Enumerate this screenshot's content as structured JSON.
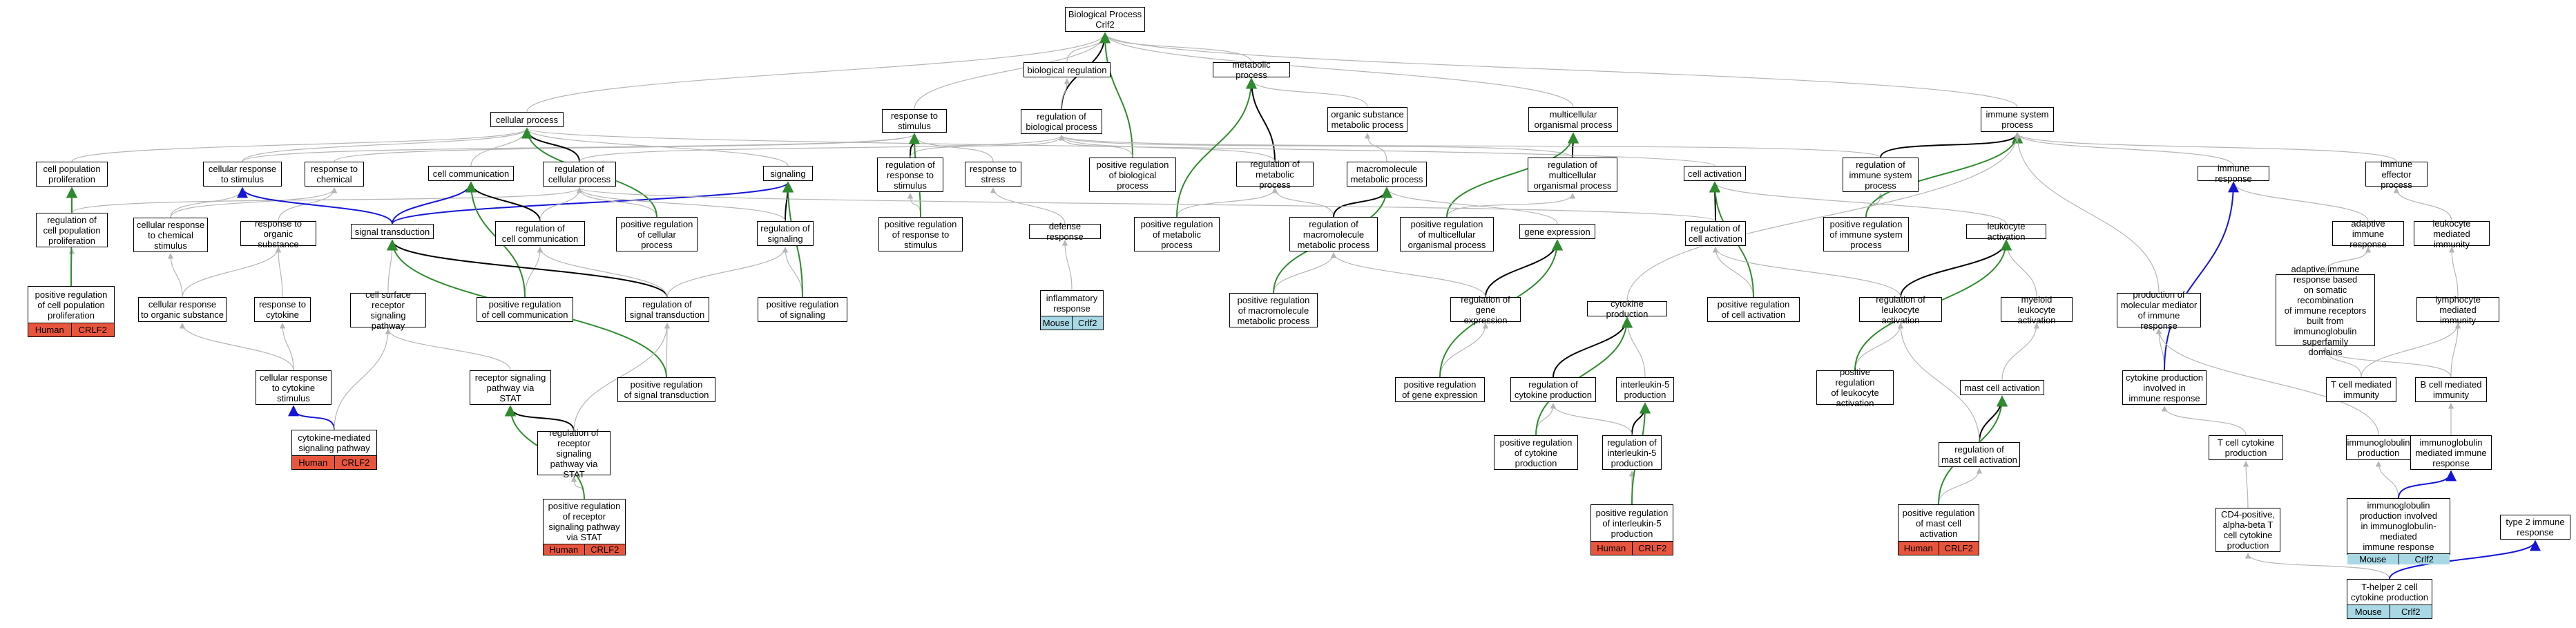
{
  "colors": {
    "gray": "#b5b5b5",
    "black": "#000000",
    "green": "#2e8b2e",
    "blue": "#1515d6",
    "human": "#e8553d",
    "mouse": "#a9d8e5"
  },
  "nodes": {
    "bp": {
      "label": "Biological Process\nCrlf2"
    },
    "breg": {
      "label": "biological regulation"
    },
    "met": {
      "label": "metabolic process"
    },
    "osm": {
      "label": "organic substance\nmetabolic process"
    },
    "mop": {
      "label": "multicellular\norganismal process"
    },
    "isp": {
      "label": "immune system\nprocess"
    },
    "cp": {
      "label": "cellular process"
    },
    "rts": {
      "label": "response to\nstimulus"
    },
    "rbp": {
      "label": "regulation of\nbiological process"
    },
    "cpp": {
      "label": "cell population\nproliferation"
    },
    "crs": {
      "label": "cellular response\nto stimulus"
    },
    "rtc": {
      "label": "response to\nchemical"
    },
    "cc": {
      "label": "cell communication"
    },
    "rcp": {
      "label": "regulation of\ncellular process"
    },
    "sig": {
      "label": "signaling"
    },
    "rrs": {
      "label": "regulation of\nresponse to\nstimulus"
    },
    "rstress": {
      "label": "response to\nstress"
    },
    "prbp": {
      "label": "positive regulation\nof biological\nprocess"
    },
    "rmp": {
      "label": "regulation of\nmetabolic process"
    },
    "mmp": {
      "label": "macromolecule\nmetabolic process"
    },
    "rmop": {
      "label": "regulation of\nmulticellular\norganismal process"
    },
    "ca": {
      "label": "cell activation"
    },
    "risp": {
      "label": "regulation of\nimmune system\nprocess"
    },
    "ir": {
      "label": "immune response"
    },
    "iep": {
      "label": "immune effector\nprocess"
    },
    "rcpp": {
      "label": "regulation of\ncell population\nproliferation"
    },
    "crcs": {
      "label": "cellular response\nto chemical\nstimulus"
    },
    "ros": {
      "label": "response to\norganic substance"
    },
    "st": {
      "label": "signal transduction"
    },
    "rcc": {
      "label": "regulation of\ncell communication"
    },
    "prcp": {
      "label": "positive regulation\nof cellular\nprocess"
    },
    "rsig": {
      "label": "regulation of\nsignaling"
    },
    "prrs": {
      "label": "positive regulation\nof response to\nstimulus"
    },
    "dr": {
      "label": "defense response"
    },
    "prmp": {
      "label": "positive regulation\nof metabolic\nprocess"
    },
    "rmmp": {
      "label": "regulation of\nmacromolecule\nmetabolic process"
    },
    "prmop": {
      "label": "positive regulation\nof multicellular\norganismal process"
    },
    "ge": {
      "label": "gene expression"
    },
    "rca": {
      "label": "regulation of\ncell activation"
    },
    "prisp": {
      "label": "positive regulation\nof immune system\nprocess"
    },
    "la": {
      "label": "leukocyte activation"
    },
    "air": {
      "label": "adaptive immune\nresponse"
    },
    "lmi": {
      "label": "leukocyte mediated\nimmunity"
    },
    "pcpp": {
      "label": "positive regulation\nof cell population\nproliferation",
      "tags": [
        "Human",
        "CRLF2"
      ],
      "tagkind": "human"
    },
    "croc": {
      "label": "cellular response\nto organic substance"
    },
    "rtcy": {
      "label": "response to\ncytokine"
    },
    "csrsp": {
      "label": "cell surface\nreceptor signaling\npathway"
    },
    "prcc": {
      "label": "positive regulation\nof cell communication"
    },
    "rst": {
      "label": "regulation of\nsignal transduction"
    },
    "prsig": {
      "label": "positive regulation\nof signaling"
    },
    "infl": {
      "label": "inflammatory\nresponse",
      "tags": [
        "Mouse",
        "Crlf2"
      ],
      "tagkind": "mouse"
    },
    "prmmp": {
      "label": "positive regulation\nof macromolecule\nmetabolic process"
    },
    "rge": {
      "label": "regulation of\ngene expression"
    },
    "cyp": {
      "label": "cytokine production"
    },
    "prca": {
      "label": "positive regulation\nof cell activation"
    },
    "rla": {
      "label": "regulation of\nleukocyte activation"
    },
    "mla": {
      "label": "myeloid leukocyte\nactivation"
    },
    "pmmir": {
      "label": "production of\nmolecular mediator\nof immune response"
    },
    "airsr": {
      "label": "adaptive immune\nresponse based\non somatic recombination\nof immune receptors\nbuilt from immunoglobulin\nsuperfamily\ndomains"
    },
    "lymi": {
      "label": "lymphocyte mediated\nimmunity"
    },
    "crcy": {
      "label": "cellular response\nto cytokine\nstimulus"
    },
    "rspstat": {
      "label": "receptor signaling\npathway via\nSTAT"
    },
    "prst": {
      "label": "positive regulation\nof signal transduction"
    },
    "prge": {
      "label": "positive regulation\nof gene expression"
    },
    "rcyp": {
      "label": "regulation of\ncytokine production"
    },
    "il5": {
      "label": "interleukin-5\nproduction"
    },
    "prla": {
      "label": "positive regulation\nof leukocyte\nactivation"
    },
    "mca": {
      "label": "mast cell activation"
    },
    "cpir": {
      "label": "cytokine production\ninvolved in\nimmune response"
    },
    "tcmi": {
      "label": "T cell mediated\nimmunity"
    },
    "bcmi": {
      "label": "B cell mediated\nimmunity"
    },
    "cmsp": {
      "label": "cytokine-mediated\nsignaling pathway",
      "tags": [
        "Human",
        "CRLF2"
      ],
      "tagkind": "human"
    },
    "rrspstat": {
      "label": "regulation of\nreceptor signaling\npathway via\nSTAT"
    },
    "prcyp": {
      "label": "positive regulation\nof cytokine\nproduction"
    },
    "ril5": {
      "label": "regulation of\ninterleukin-5\nproduction"
    },
    "rmca": {
      "label": "regulation of\nmast cell activation"
    },
    "tccp": {
      "label": "T cell cytokine\nproduction"
    },
    "igp": {
      "label": "immunoglobulin\nproduction"
    },
    "imir": {
      "label": "immunoglobulin\nmediated immune\nresponse"
    },
    "prrspstat": {
      "label": "positive regulation\nof receptor\nsignaling pathway\nvia STAT",
      "tags": [
        "Human",
        "CRLF2"
      ],
      "tagkind": "human"
    },
    "pril5": {
      "label": "positive regulation\nof interleukin-5\nproduction",
      "tags": [
        "Human",
        "CRLF2"
      ],
      "tagkind": "human"
    },
    "prmca": {
      "label": "positive regulation\nof mast cell\nactivation",
      "tags": [
        "Human",
        "CRLF2"
      ],
      "tagkind": "human"
    },
    "cd4": {
      "label": "CD4-positive,\nalpha-beta T\ncell cytokine\nproduction"
    },
    "igpi": {
      "label": "immunoglobulin\nproduction involved\nin immunoglobulin-mediated\nimmune response",
      "tags": [
        "Mouse",
        "Crlf2"
      ],
      "tagkind": "mouse"
    },
    "t2ir": {
      "label": "type 2 immune\nresponse"
    },
    "th2": {
      "label": "T-helper 2 cell\ncytokine production",
      "tags": [
        "Mouse",
        "Crlf2"
      ],
      "tagkind": "mouse"
    }
  },
  "edges": [
    [
      "breg",
      "bp",
      "g"
    ],
    [
      "met",
      "bp",
      "g"
    ],
    [
      "osm",
      "met",
      "g"
    ],
    [
      "mop",
      "bp",
      "g"
    ],
    [
      "isp",
      "bp",
      "g"
    ],
    [
      "cp",
      "bp",
      "g"
    ],
    [
      "rts",
      "bp",
      "g"
    ],
    [
      "rbp",
      "bp",
      "k"
    ],
    [
      "rbp",
      "breg",
      "g"
    ],
    [
      "prbp",
      "bp",
      "G"
    ],
    [
      "cpp",
      "cp",
      "g"
    ],
    [
      "crs",
      "cp",
      "g"
    ],
    [
      "crs",
      "rts",
      "g"
    ],
    [
      "rtc",
      "rts",
      "g"
    ],
    [
      "cc",
      "cp",
      "g"
    ],
    [
      "rcp",
      "cp",
      "k"
    ],
    [
      "rcp",
      "rbp",
      "g"
    ],
    [
      "sig",
      "cp",
      "g"
    ],
    [
      "rrs",
      "rts",
      "k"
    ],
    [
      "rrs",
      "rbp",
      "g"
    ],
    [
      "rstress",
      "rts",
      "g"
    ],
    [
      "prbp",
      "rbp",
      "g"
    ],
    [
      "rmp",
      "met",
      "k"
    ],
    [
      "rmp",
      "rbp",
      "g"
    ],
    [
      "mmp",
      "osm",
      "g"
    ],
    [
      "rmop",
      "mop",
      "k"
    ],
    [
      "rmop",
      "rbp",
      "g"
    ],
    [
      "ca",
      "cp",
      "g"
    ],
    [
      "risp",
      "isp",
      "k"
    ],
    [
      "risp",
      "rbp",
      "g"
    ],
    [
      "ir",
      "isp",
      "g"
    ],
    [
      "iep",
      "isp",
      "g"
    ],
    [
      "rcpp",
      "cpp",
      "k"
    ],
    [
      "rcpp",
      "rcp",
      "g"
    ],
    [
      "crcs",
      "crs",
      "g"
    ],
    [
      "crcs",
      "rtc",
      "g"
    ],
    [
      "ros",
      "rtc",
      "g"
    ],
    [
      "st",
      "cc",
      "B"
    ],
    [
      "st",
      "sig",
      "B"
    ],
    [
      "st",
      "crs",
      "B"
    ],
    [
      "rcc",
      "cc",
      "k"
    ],
    [
      "rcc",
      "rcp",
      "g"
    ],
    [
      "prcp",
      "rcp",
      "g"
    ],
    [
      "prcp",
      "cp",
      "G"
    ],
    [
      "rsig",
      "sig",
      "k"
    ],
    [
      "rsig",
      "rcp",
      "g"
    ],
    [
      "prrs",
      "rrs",
      "g"
    ],
    [
      "prrs",
      "rts",
      "G"
    ],
    [
      "dr",
      "rstress",
      "g"
    ],
    [
      "prmp",
      "rmp",
      "g"
    ],
    [
      "prmp",
      "met",
      "G"
    ],
    [
      "rmmp",
      "rmp",
      "g"
    ],
    [
      "rmmp",
      "mmp",
      "k"
    ],
    [
      "prmop",
      "rmop",
      "g"
    ],
    [
      "prmop",
      "mop",
      "G"
    ],
    [
      "ge",
      "mmp",
      "g"
    ],
    [
      "rca",
      "ca",
      "k"
    ],
    [
      "rca",
      "rcp",
      "g"
    ],
    [
      "prisp",
      "risp",
      "g"
    ],
    [
      "prisp",
      "isp",
      "G"
    ],
    [
      "la",
      "ca",
      "g"
    ],
    [
      "air",
      "ir",
      "g"
    ],
    [
      "lmi",
      "iep",
      "g"
    ],
    [
      "pcpp",
      "rcpp",
      "g"
    ],
    [
      "pcpp",
      "cpp",
      "G"
    ],
    [
      "croc",
      "crcs",
      "g"
    ],
    [
      "croc",
      "ros",
      "g"
    ],
    [
      "rtcy",
      "ros",
      "g"
    ],
    [
      "csrsp",
      "st",
      "g"
    ],
    [
      "prcc",
      "rcc",
      "g"
    ],
    [
      "prcc",
      "cc",
      "G"
    ],
    [
      "rst",
      "st",
      "k"
    ],
    [
      "rst",
      "rcc",
      "g"
    ],
    [
      "rst",
      "rsig",
      "g"
    ],
    [
      "prsig",
      "rsig",
      "g"
    ],
    [
      "prsig",
      "sig",
      "G"
    ],
    [
      "infl",
      "dr",
      "g"
    ],
    [
      "prmmp",
      "rmmp",
      "g"
    ],
    [
      "prmmp",
      "mmp",
      "G"
    ],
    [
      "rge",
      "ge",
      "k"
    ],
    [
      "rge",
      "rmmp",
      "g"
    ],
    [
      "cyp",
      "isp",
      "g"
    ],
    [
      "prca",
      "rca",
      "g"
    ],
    [
      "prca",
      "ca",
      "G"
    ],
    [
      "rla",
      "la",
      "k"
    ],
    [
      "rla",
      "rca",
      "g"
    ],
    [
      "mla",
      "la",
      "g"
    ],
    [
      "pmmir",
      "isp",
      "g"
    ],
    [
      "airsr",
      "air",
      "g"
    ],
    [
      "lymi",
      "lmi",
      "g"
    ],
    [
      "crcy",
      "croc",
      "g"
    ],
    [
      "crcy",
      "rtcy",
      "g"
    ],
    [
      "rspstat",
      "csrsp",
      "g"
    ],
    [
      "prst",
      "rst",
      "g"
    ],
    [
      "prst",
      "st",
      "G"
    ],
    [
      "prge",
      "rge",
      "g"
    ],
    [
      "prge",
      "ge",
      "G"
    ],
    [
      "rcyp",
      "cyp",
      "k"
    ],
    [
      "il5",
      "cyp",
      "g"
    ],
    [
      "prla",
      "rla",
      "g"
    ],
    [
      "prla",
      "la",
      "G"
    ],
    [
      "mca",
      "mla",
      "g"
    ],
    [
      "cpir",
      "pmmir",
      "g"
    ],
    [
      "cpir",
      "ir",
      "B"
    ],
    [
      "tcmi",
      "lymi",
      "g"
    ],
    [
      "tcmi",
      "airsr",
      "g"
    ],
    [
      "bcmi",
      "lymi",
      "g"
    ],
    [
      "bcmi",
      "airsr",
      "g"
    ],
    [
      "cmsp",
      "crcy",
      "B"
    ],
    [
      "cmsp",
      "csrsp",
      "g"
    ],
    [
      "rrspstat",
      "rspstat",
      "k"
    ],
    [
      "rrspstat",
      "rst",
      "g"
    ],
    [
      "prcyp",
      "rcyp",
      "g"
    ],
    [
      "prcyp",
      "cyp",
      "G"
    ],
    [
      "ril5",
      "il5",
      "k"
    ],
    [
      "ril5",
      "rcyp",
      "g"
    ],
    [
      "rmca",
      "mca",
      "k"
    ],
    [
      "rmca",
      "rla",
      "g"
    ],
    [
      "tccp",
      "cpir",
      "g"
    ],
    [
      "igp",
      "pmmir",
      "g"
    ],
    [
      "imir",
      "bcmi",
      "g"
    ],
    [
      "prrspstat",
      "rrspstat",
      "g"
    ],
    [
      "prrspstat",
      "rspstat",
      "G"
    ],
    [
      "pril5",
      "ril5",
      "g"
    ],
    [
      "pril5",
      "il5",
      "G"
    ],
    [
      "prmca",
      "rmca",
      "g"
    ],
    [
      "prmca",
      "mca",
      "G"
    ],
    [
      "cd4",
      "tccp",
      "g"
    ],
    [
      "igpi",
      "igp",
      "g"
    ],
    [
      "igpi",
      "imir",
      "B"
    ],
    [
      "th2",
      "cd4",
      "g"
    ],
    [
      "th2",
      "t2ir",
      "B"
    ]
  ]
}
